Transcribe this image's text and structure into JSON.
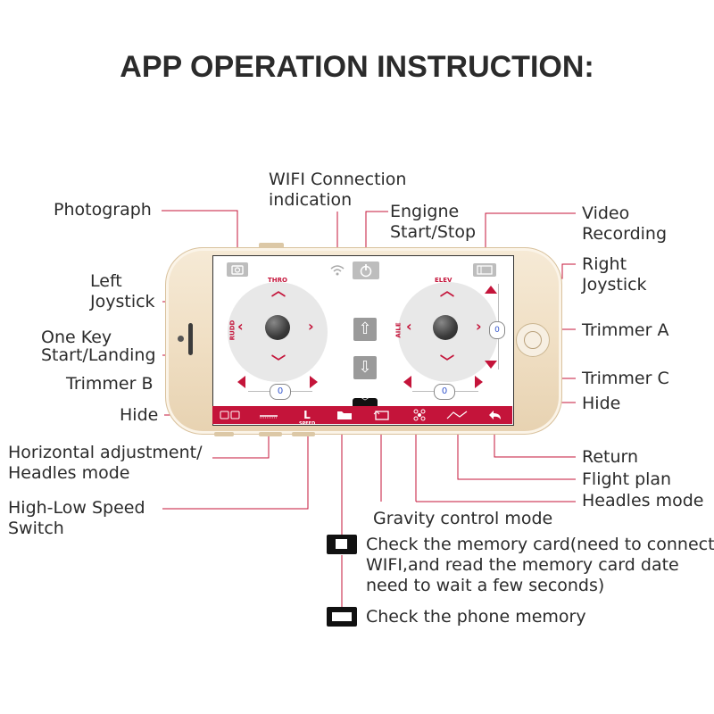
{
  "title": "APP OPERATION INSTRUCTION:",
  "labels": {
    "photograph": "Photograph",
    "wifi_line1": "WIFI Connection",
    "wifi_line2": "indication",
    "engine_line1": "Engigne",
    "engine_line2": "Start/Stop",
    "video_line1": "Video",
    "video_line2": "Recording",
    "left_line1": "Left",
    "left_line2": "Joystick",
    "right_line1": "Right",
    "right_line2": "Joystick",
    "onekey_line1": "One Key",
    "onekey_line2": "Start/Landing",
    "trimmer_a": "Trimmer A",
    "trimmer_b": "Trimmer B",
    "trimmer_c": "Trimmer C",
    "hide_left": "Hide",
    "hide_right": "Hide",
    "horizontal_line1": "Horizontal adjustment/",
    "horizontal_line2": "Headles mode",
    "speed_line1": "High-Low Speed",
    "speed_line2": "Switch",
    "return": "Return",
    "flight_plan": "Flight plan",
    "headles_mode": "Headles mode",
    "gravity": "Gravity control mode",
    "memory_card_line1": "Check the memory card(need to connect",
    "memory_card_line2": "WIFI,and read the memory card date",
    "memory_card_line3": "need to wait a few seconds)",
    "phone_memory": "Check the phone memory"
  },
  "screen": {
    "left_stick_top": "THRO",
    "left_stick_side": "RUDD",
    "right_stick_top": "ELEV",
    "right_stick_side": "AILE",
    "trimmer_b_value": "0",
    "trimmer_c_value": "0",
    "trimmer_a_value": "0",
    "speed_label": "L",
    "speed_sub": "SPEED"
  },
  "icons": [
    "camera-icon",
    "wifi-icon",
    "power-icon",
    "video-icon",
    "arrow-up-icon",
    "arrow-down-icon",
    "sd-card-icon",
    "horizontal-adjust-icon",
    "speed-icon",
    "folder-icon",
    "rotate-icon",
    "gravity-icon",
    "flight-plan-icon",
    "return-icon",
    "hide-chevron-icon",
    "memory-card-icon",
    "phone-memory-icon"
  ],
  "colors": {
    "accent": "#c4143a",
    "line": "#c4143a",
    "phone_gold": "#f0dfc4"
  }
}
